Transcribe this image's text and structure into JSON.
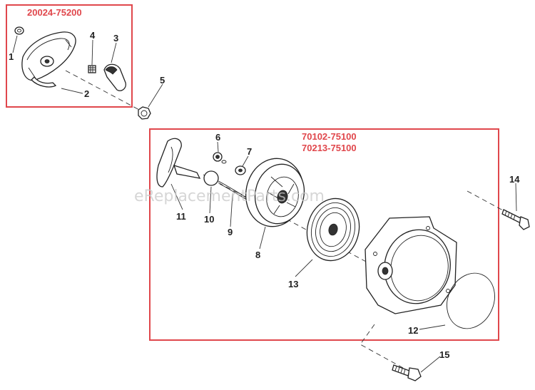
{
  "kits": [
    {
      "id": "kit-a",
      "label": "20024-75200"
    },
    {
      "id": "kit-b",
      "label_line1": "70102-75100",
      "label_line2": "70213-75100"
    }
  ],
  "watermark": "eReplacementParts.com",
  "callouts": {
    "c1": "1",
    "c2": "2",
    "c3": "3",
    "c4": "4",
    "c5": "5",
    "c6": "6",
    "c7": "7",
    "c8": "8",
    "c9": "9",
    "c10": "10",
    "c11": "11",
    "c12": "12",
    "c13": "13",
    "c14": "14",
    "c15": "15"
  },
  "colors": {
    "kit_outline": "#e0474c",
    "line": "#222222"
  }
}
